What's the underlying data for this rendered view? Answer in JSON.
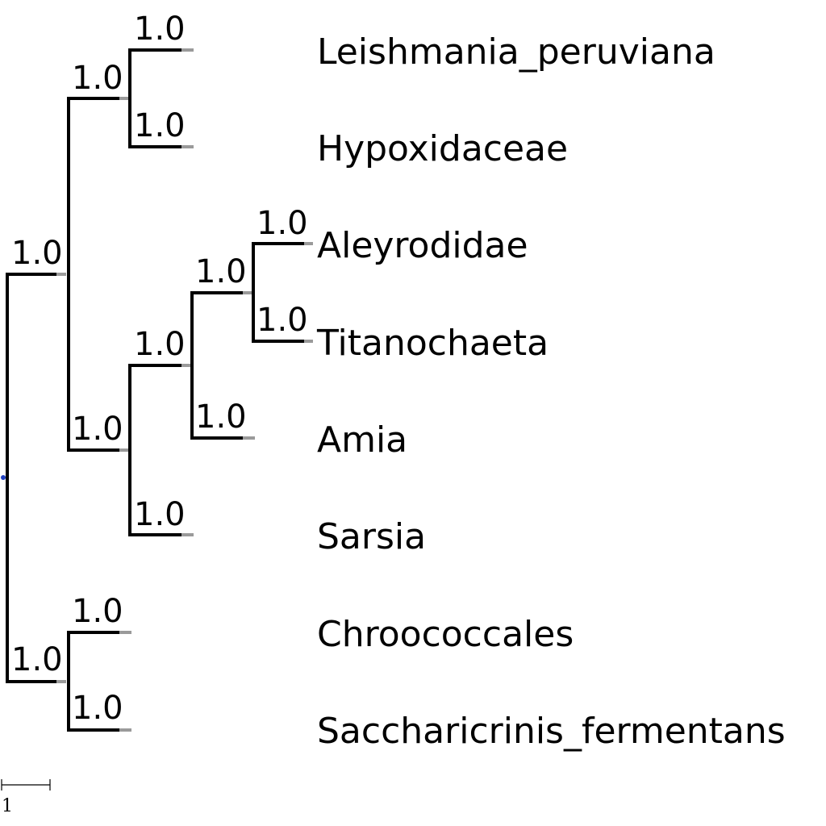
{
  "tree": {
    "root_marker_color": "#1f3fbf",
    "supports": {
      "root_left": "1.0",
      "upper_clade": "1.0",
      "leish_hypox": "1.0",
      "leishmania": "1.0",
      "hypoxidaceae": "1.0",
      "lower_clade": "1.0",
      "amia_group": "1.0",
      "aley_titano": "1.0",
      "aleyrodidae": "1.0",
      "titanochaeta": "1.0",
      "amia": "1.0",
      "sarsia": "1.0",
      "chroo_sacch": "1.0",
      "chroococcales": "1.0",
      "saccharicrinis": "1.0"
    },
    "leaves": [
      "Leishmania_peruviana",
      "Hypoxidaceae",
      "Aleyrodidae",
      "Titanochaeta",
      "Amia",
      "Sarsia",
      "Chroococcales",
      "Saccharicrinis_fermentans"
    ],
    "scale_bar_label": "1"
  }
}
